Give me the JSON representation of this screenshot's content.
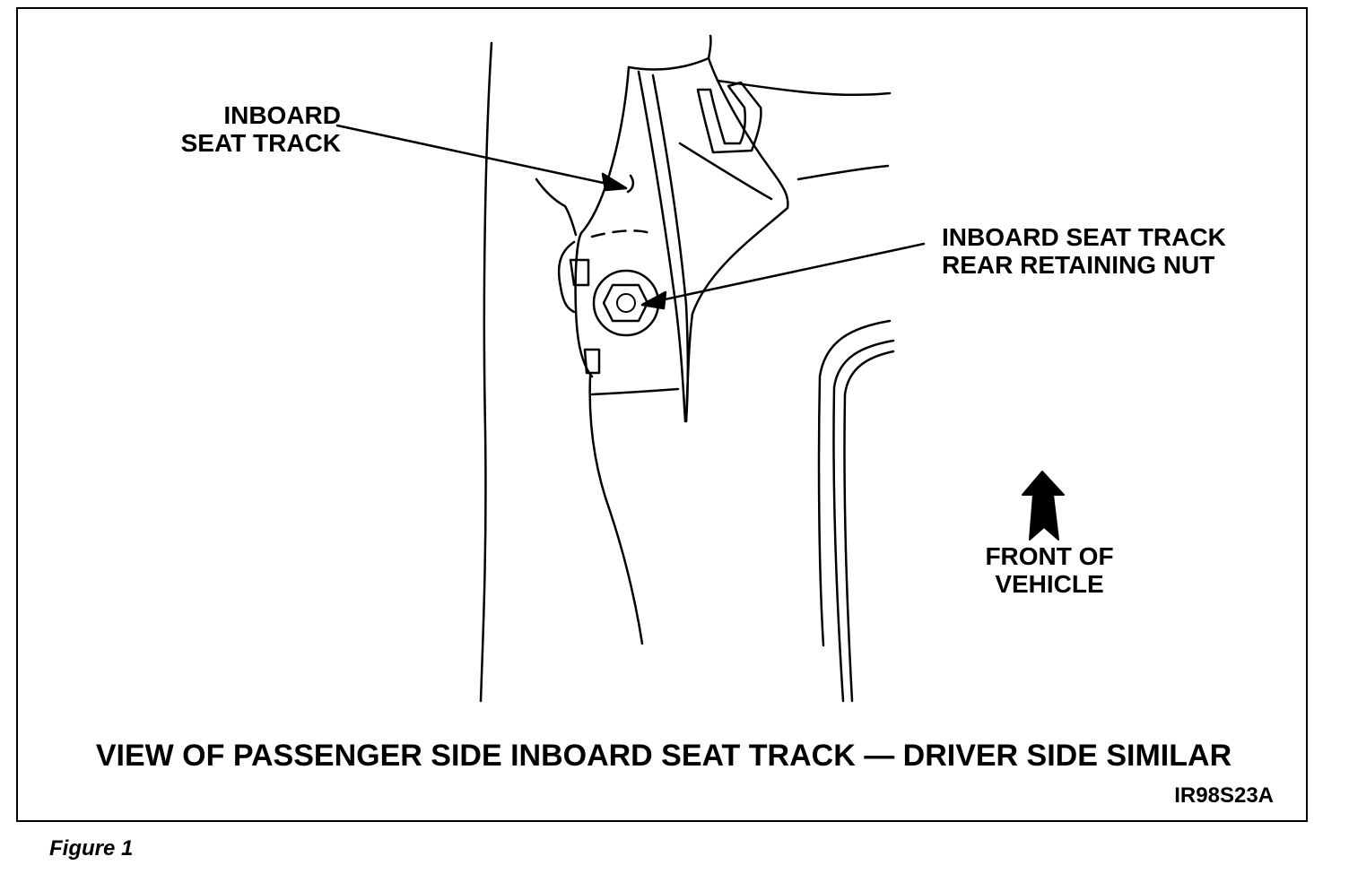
{
  "labels": {
    "inboard_seat_track": [
      "INBOARD",
      "SEAT TRACK"
    ],
    "rear_retaining_nut": [
      "INBOARD SEAT TRACK",
      "REAR RETAINING NUT"
    ],
    "front_of_vehicle": [
      "FRONT OF",
      "VEHICLE"
    ]
  },
  "caption": "VIEW OF PASSENGER SIDE INBOARD SEAT TRACK — DRIVER SIDE SIMILAR",
  "figure_id": "IR98S23A",
  "figure_label": "Figure 1",
  "colors": {
    "line": "#000000",
    "background": "#ffffff"
  }
}
